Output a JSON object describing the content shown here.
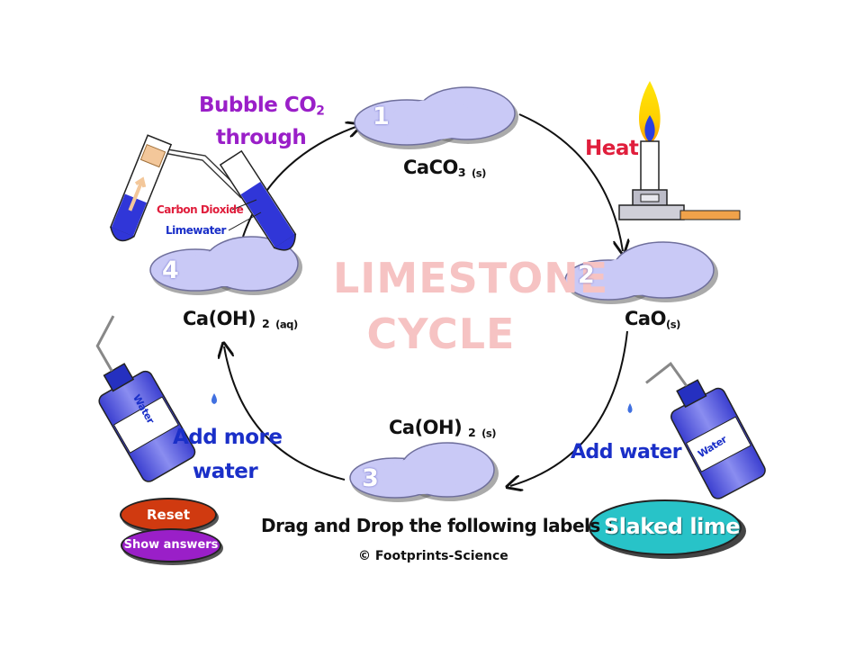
{
  "title": {
    "line1": "LIMESTONE",
    "line2": "CYCLE"
  },
  "stages": [
    {
      "number": "1",
      "formula": "CaCO",
      "sub": "3",
      "state": "(s)"
    },
    {
      "number": "2",
      "formula": "CaO",
      "sub": "",
      "state": "(s)"
    },
    {
      "number": "3",
      "formula": "Ca(OH)",
      "sub": "2",
      "state": "(s)"
    },
    {
      "number": "4",
      "formula": "Ca(OH)",
      "sub": "2",
      "state": "(aq)"
    }
  ],
  "steps": {
    "bubble_line1": "Bubble CO",
    "bubble_sub": "2",
    "bubble_line2": "through",
    "heat": "Heat",
    "add_water": "Add water",
    "add_more_line1": "Add more",
    "add_more_line2": "water"
  },
  "apparatus": {
    "carbon_dioxide": "Carbon Dioxide",
    "limewater": "Limewater",
    "bottle_label": "Water"
  },
  "instruction": "Drag and Drop the following labels :",
  "draggable_label": "Slaked lime",
  "buttons": {
    "reset": "Reset",
    "show_answers": "Show answers"
  },
  "copyright": "© Footprints-Science",
  "colors": {
    "blob": "#c9c9f6",
    "blob_outline": "#6f6f9c",
    "slaked_lime_bg": "#28c3c8",
    "reset_bg": "#d03a10",
    "show_answers_bg": "#9a1fc8",
    "title": "#f6c3c3"
  }
}
